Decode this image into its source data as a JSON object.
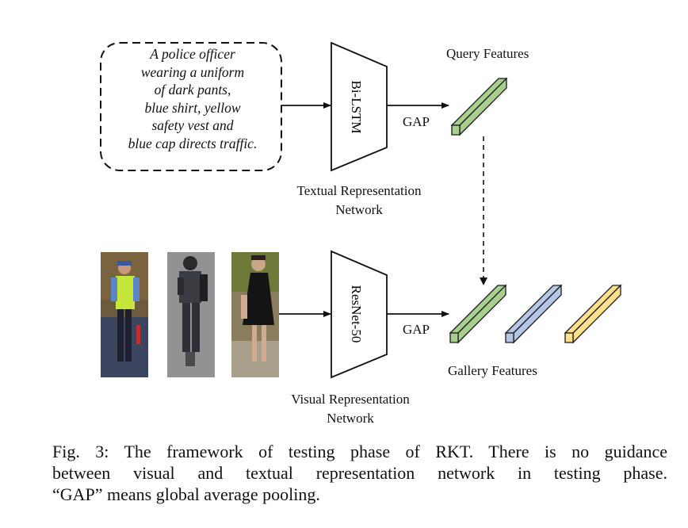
{
  "query_text": {
    "lines": [
      "A police officer",
      "wearing a uniform",
      "of dark pants,",
      "blue shirt, yellow",
      "safety vest and",
      "blue cap directs traffic."
    ]
  },
  "textual_network": {
    "encoder_label": "Bi-LSTM",
    "pool_label": "GAP",
    "title_line1": "Textual Representation",
    "title_line2": "Network"
  },
  "visual_network": {
    "encoder_label": "ResNet-50",
    "pool_label": "GAP",
    "title_line1": "Visual Representation",
    "title_line2": "Network"
  },
  "query_features": {
    "label": "Query Features",
    "color": "#a9cf8f"
  },
  "gallery_features": {
    "label": "Gallery Features",
    "colors": [
      "#a9cf8f",
      "#b4c7e7",
      "#ffe08c"
    ]
  },
  "caption": {
    "line1": "Fig. 3: The framework of testing phase of RKT. There is no guidance",
    "line2": "between visual and textual representation network in testing phase.",
    "line3": "“GAP” means global average pooling."
  }
}
